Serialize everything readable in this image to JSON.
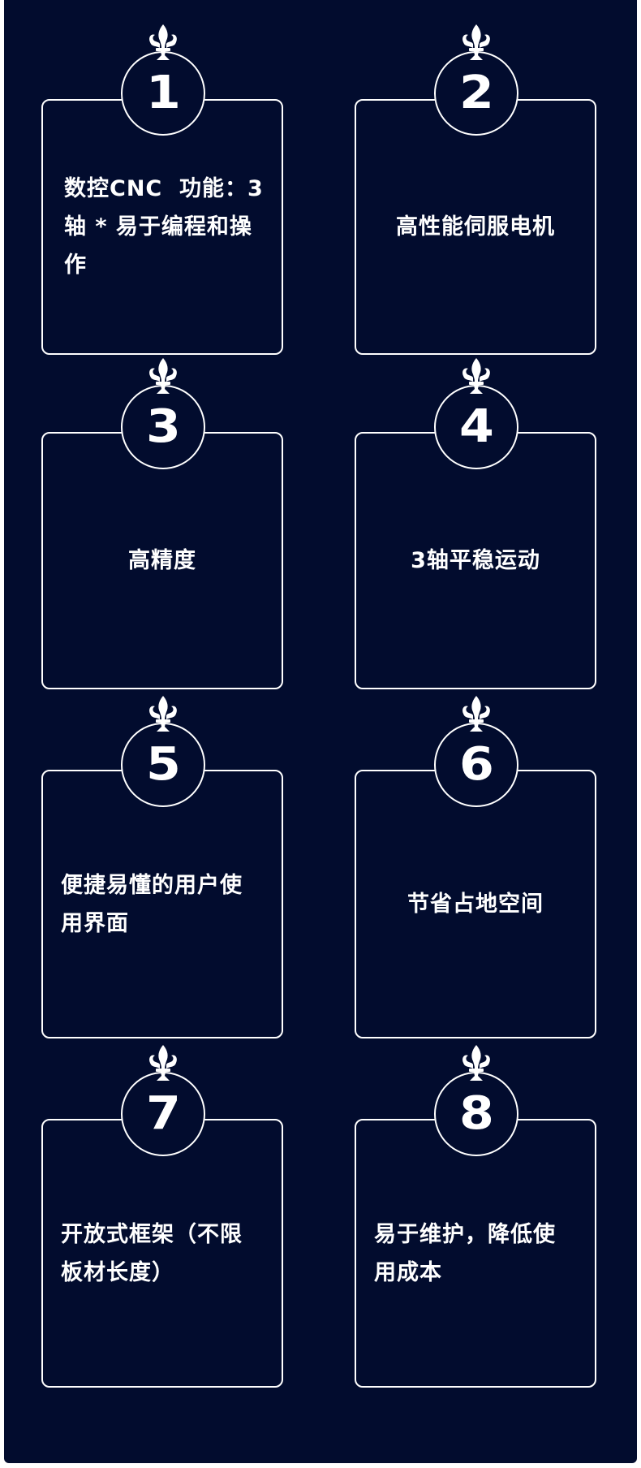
{
  "cards": [
    {
      "number": "1",
      "text": "数控CNC  功能：3轴 * 易于编程和操作"
    },
    {
      "number": "2",
      "text": "高性能伺服电机"
    },
    {
      "number": "3",
      "text": "高精度"
    },
    {
      "number": "4",
      "text": "3轴平稳运动"
    },
    {
      "number": "5",
      "text": "便捷易懂的用户使用界面"
    },
    {
      "number": "6",
      "text": "节省占地空间"
    },
    {
      "number": "7",
      "text": "开放式框架（不限板材长度）"
    },
    {
      "number": "8",
      "text": "易于维护，降低使用成本"
    }
  ],
  "colors": {
    "background": "#020c2e",
    "foreground": "#ffffff"
  },
  "icons": {
    "crest": "fleur-de-lis-icon"
  }
}
